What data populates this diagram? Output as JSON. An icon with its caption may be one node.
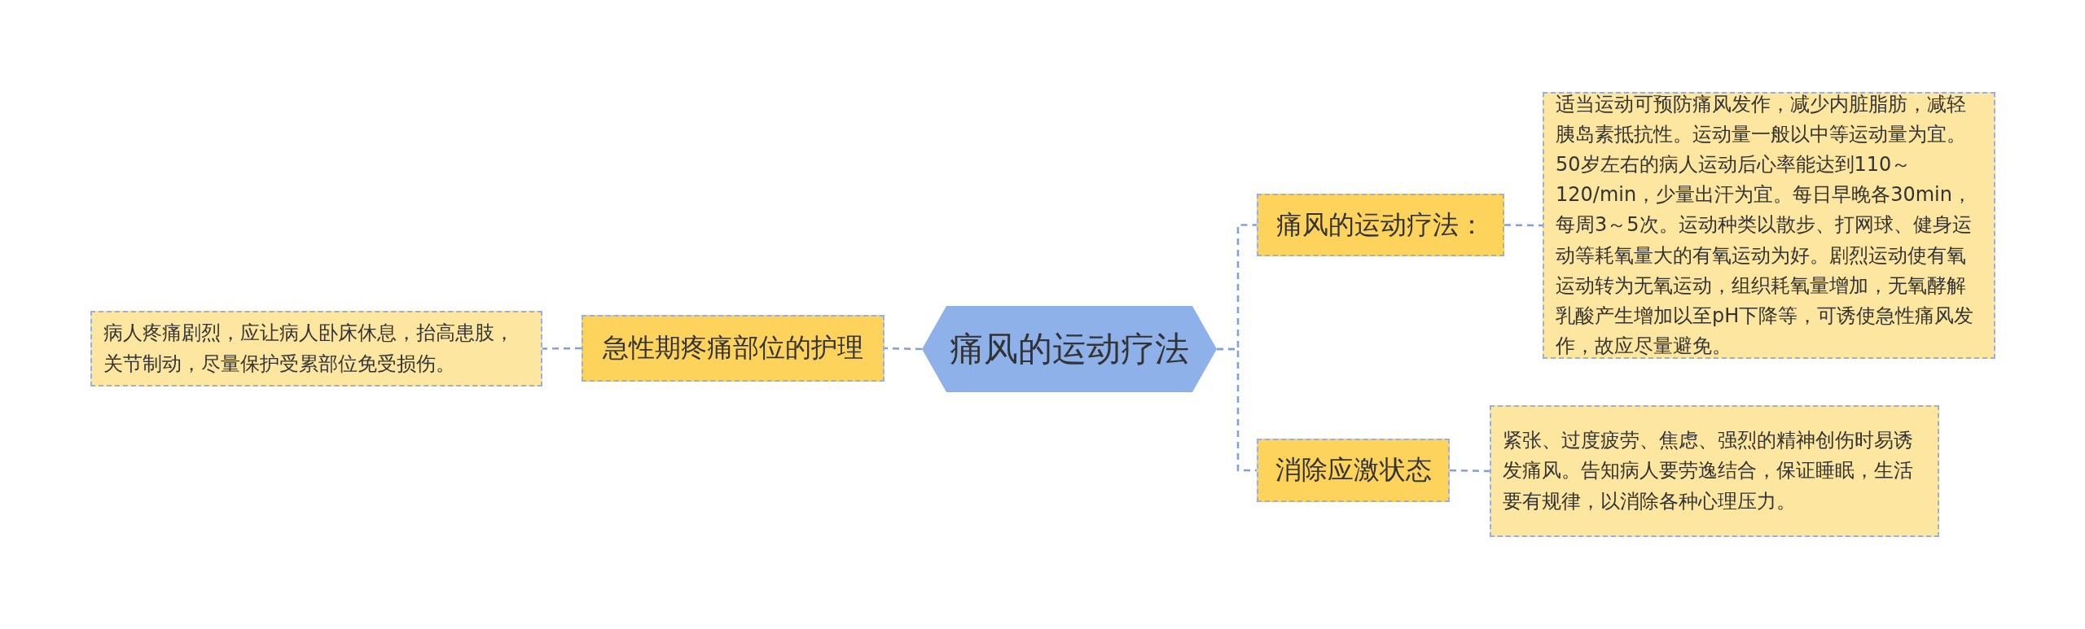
{
  "diagram": {
    "nodes": [
      {
        "text": [
          "痛风的运动疗法"
        ]
      },
      {
        "text": [
          "痛风的运动疗法："
        ]
      },
      {
        "text": [
          "适当运动可预防痛风发作，减少内脏脂肪，减轻胰岛素抵抗性。运动量一般以中等运动量为宜。50岁左右的病人运动后心率能达到110～120/min，少量出汗为宜。每日早晚各30min，每周3～5次。运动种类以散步、打网球、健身运动等耗氧量大的有氧运动为好。剧烈运动使有氧运动转为无氧运动，组织耗氧量增加，无氧酵解乳酸产生增加以至pH下降等，可诱使急性痛风发作，故应尽量避免。"
        ]
      },
      {
        "text": [
          "消除应激状态"
        ]
      },
      {
        "text": [
          "紧张、过度疲劳、焦虑、强烈的精神创伤时易诱发痛风。告知病人要劳逸结合，保证睡眠，生活要有规律，以消除各种心理压力。"
        ]
      },
      {
        "text": [
          "急性期疼痛部位的护理"
        ]
      },
      {
        "text": [
          "病人疼痛剧烈，应让病人卧床休息，抬高患肢，关节制动，尽量保护受累部位免受损伤。"
        ]
      }
    ],
    "edges": [
      {
        "from": 0,
        "to": 1,
        "arrow": "none"
      },
      {
        "from": 1,
        "to": 2,
        "arrow": "none"
      },
      {
        "from": 0,
        "to": 3,
        "arrow": "none"
      },
      {
        "from": 3,
        "to": 4,
        "arrow": "none"
      },
      {
        "from": 0,
        "to": 5,
        "arrow": "none"
      },
      {
        "from": 5,
        "to": 6,
        "arrow": "none"
      }
    ]
  }
}
